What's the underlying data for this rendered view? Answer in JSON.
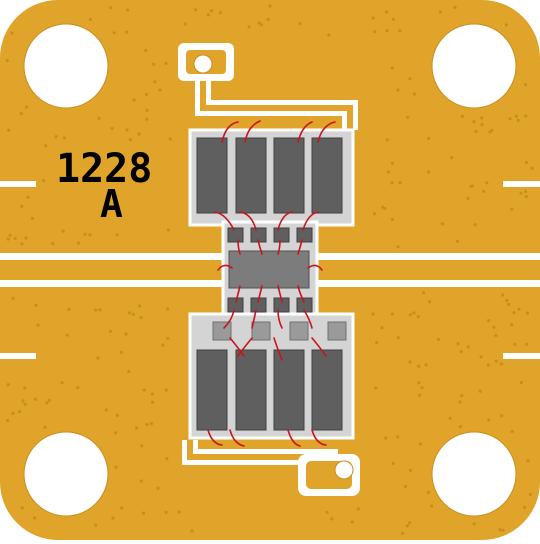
{
  "board": {
    "part_number": "1228",
    "revision": "A"
  },
  "colors": {
    "gold": "#E0A42A",
    "gold_dark": "#C98D1E",
    "trace_white": "#FFFFFF",
    "die_grey": "#D4D4D4",
    "capacitor_dark": "#5F5F5F",
    "capacitor_mid": "#7C7C7C",
    "bond_wire": "#C8141E"
  },
  "components": {
    "mounting_holes": 4,
    "top_capacitors": 4,
    "bottom_capacitors": 4,
    "top_small_pads": 4,
    "bottom_small_pads": 4,
    "bottom_grey_pads": 4
  }
}
